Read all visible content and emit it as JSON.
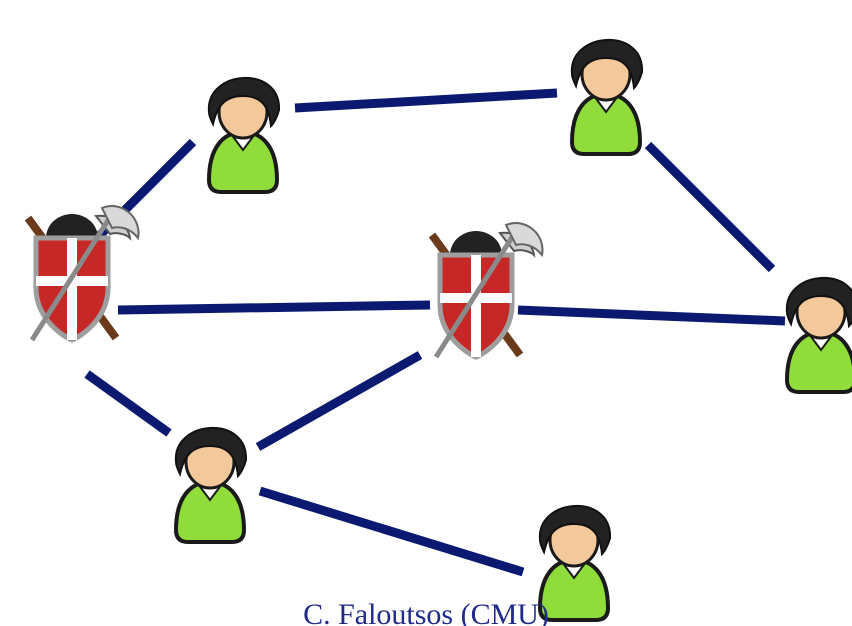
{
  "nodes": [
    {
      "id": "user-a",
      "kind": "person",
      "color": "#8fdc3a"
    },
    {
      "id": "user-b",
      "kind": "person",
      "color": "#8fdc3a"
    },
    {
      "id": "fraudster-a",
      "kind": "fraudster",
      "color": "#8fdc3a"
    },
    {
      "id": "fraudster-b",
      "kind": "fraudster",
      "color": "#8fdc3a"
    },
    {
      "id": "user-c",
      "kind": "person",
      "color": "#8fdc3a"
    },
    {
      "id": "user-d",
      "kind": "person",
      "color": "#8fdc3a"
    },
    {
      "id": "user-e",
      "kind": "person",
      "color": "#8fdc3a"
    }
  ],
  "edges": [
    [
      "user-a",
      "user-b"
    ],
    [
      "user-a",
      "fraudster-a"
    ],
    [
      "user-b",
      "user-c"
    ],
    [
      "fraudster-a",
      "fraudster-b"
    ],
    [
      "fraudster-b",
      "user-c"
    ],
    [
      "fraudster-a",
      "user-d"
    ],
    [
      "user-d",
      "fraudster-b"
    ],
    [
      "user-d",
      "user-e"
    ]
  ],
  "colors": {
    "edge": "#0b1a70",
    "shirt": "#8fdc3a",
    "hair": "#222222",
    "skin": "#f3c89a",
    "shield": "#c62828"
  },
  "footer": {
    "text": "C. Faloutsos (CMU)"
  }
}
